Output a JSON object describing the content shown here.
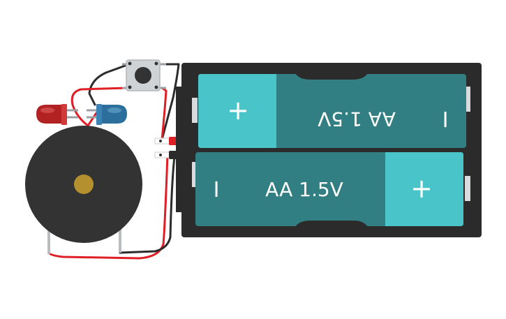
{
  "circuit": {
    "batteries": [
      {
        "label": "AA 1.5V",
        "plus": "+",
        "minus": "I",
        "orientation": "upside-down"
      },
      {
        "label": "AA 1.5V",
        "plus": "+",
        "minus": "I",
        "orientation": "upright"
      }
    ]
  },
  "colors": {
    "background": "#ffffff",
    "battery_holder": "#2b2b2b",
    "battery_body": "#327f83",
    "battery_cap": "#49c4c8",
    "wire_red": "#e01e26",
    "wire_black": "#2b2b2b",
    "led_red": "#b22222",
    "led_blue": "#2c6f9c",
    "buzzer_body": "#333333",
    "buzzer_center": "#b5902e",
    "button_body": "#cfd3d6",
    "button_cap": "#333333"
  }
}
